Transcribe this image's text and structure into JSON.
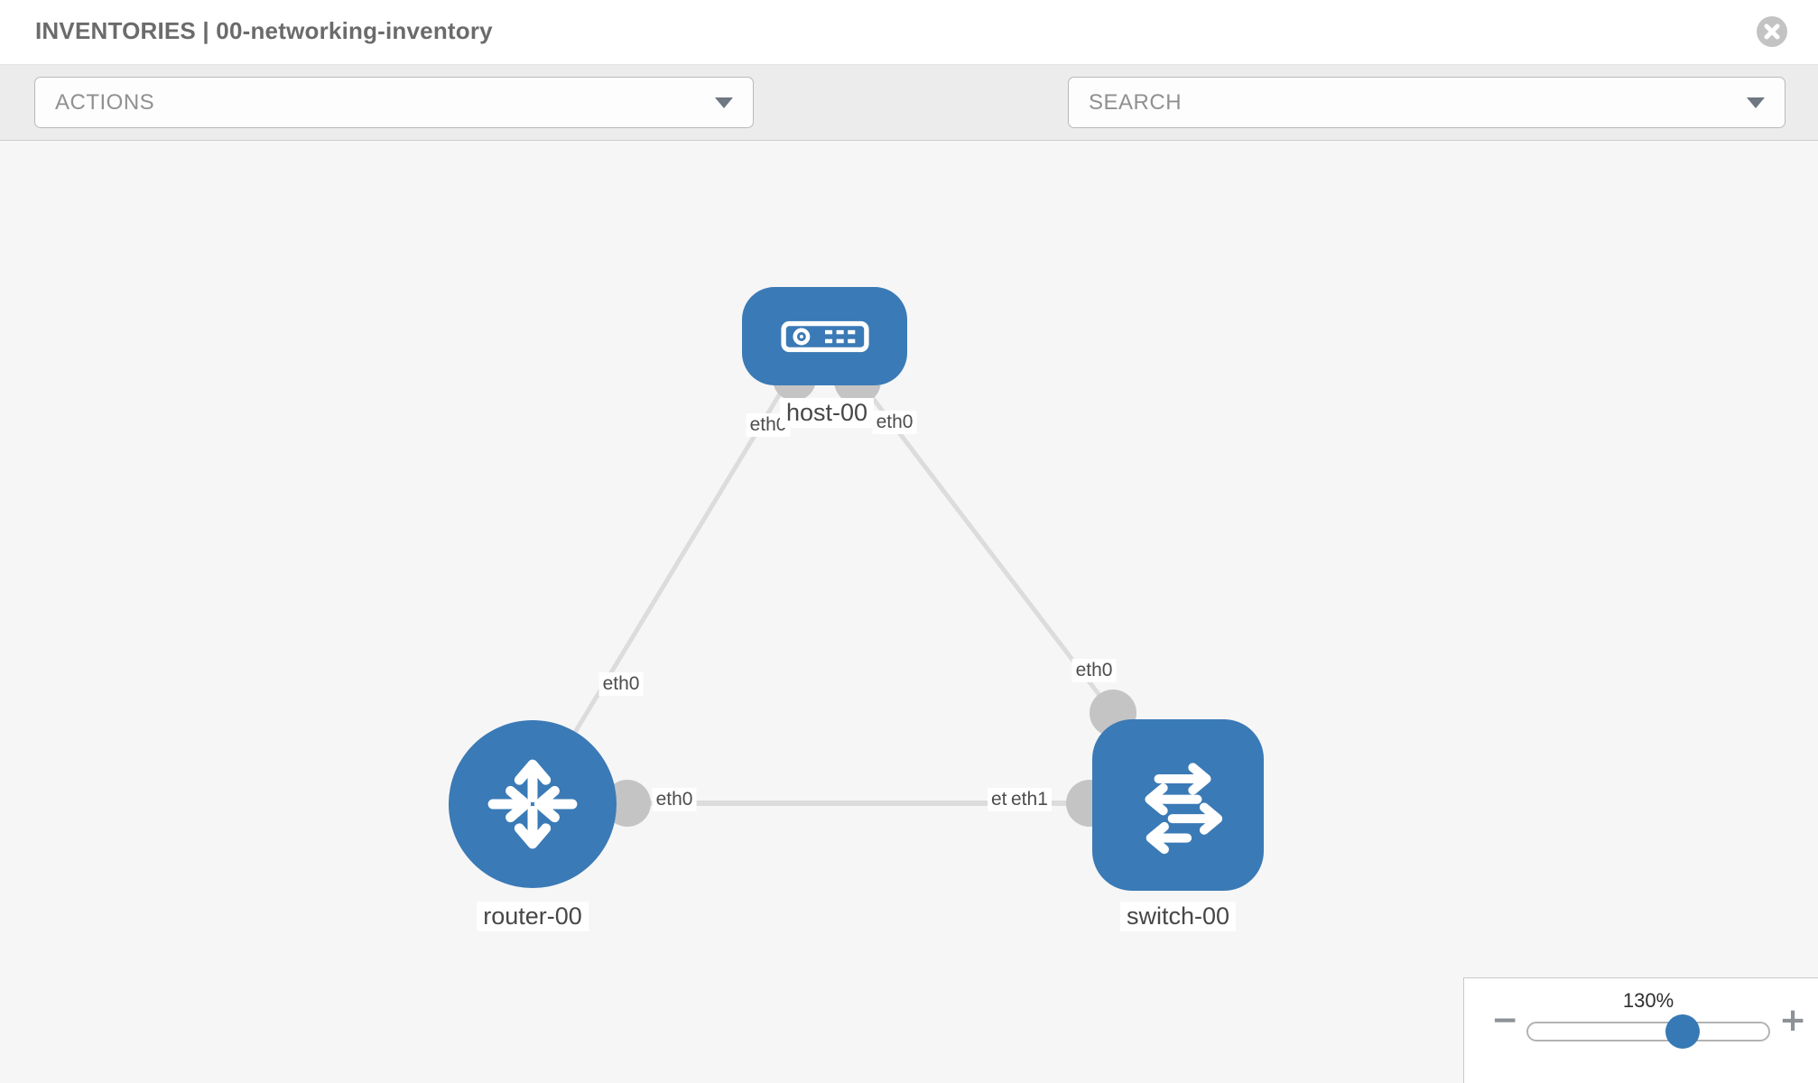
{
  "header": {
    "title": "INVENTORIES | 00-networking-inventory"
  },
  "toolbar": {
    "actions_label": "ACTIONS",
    "search_placeholder": "SEARCH"
  },
  "colors": {
    "node_blue": "#3a7ab6",
    "link_gray": "#dcdcdc",
    "endpoint_gray": "#c4c4c4",
    "toolbar_gray": "#ececec",
    "canvas_gray": "#f6f6f6"
  },
  "topology": {
    "nodes": [
      {
        "id": "host-00",
        "label": "host-00",
        "type": "host"
      },
      {
        "id": "router-00",
        "label": "router-00",
        "type": "router"
      },
      {
        "id": "switch-00",
        "label": "switch-00",
        "type": "switch"
      }
    ],
    "links": [
      {
        "from": "host-00",
        "to": "router-00",
        "from_interface": "eth0",
        "to_interface": "eth0"
      },
      {
        "from": "host-00",
        "to": "switch-00",
        "from_interface": "eth0",
        "to_interface": "eth0"
      },
      {
        "from": "router-00",
        "to": "switch-00",
        "from_interface": "eth0",
        "to_interface": "eth1",
        "overlapped_interface": "eth0"
      }
    ]
  },
  "zoom_control": {
    "value": "130%",
    "minus_label": "−",
    "plus_label": "+"
  }
}
